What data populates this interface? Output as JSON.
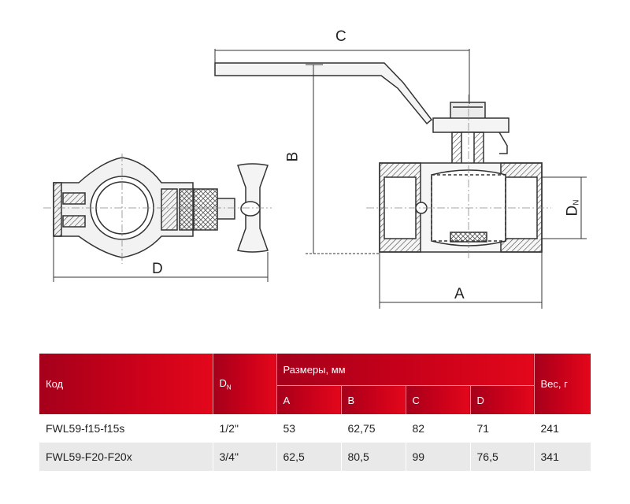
{
  "dimension_labels": {
    "a": "A",
    "b": "B",
    "c": "C",
    "d": "D",
    "dn": "D",
    "dn_sub": "N"
  },
  "table": {
    "headers": {
      "code": "Код",
      "dn": "D",
      "dn_sub": "N",
      "sizes": "Размеры, мм",
      "a": "A",
      "b": "B",
      "c": "C",
      "d": "D",
      "weight": "Вес, г"
    },
    "rows": [
      {
        "code": "FWL59-f15-f15s",
        "dn": "1/2\"",
        "a": "53",
        "b": "62,75",
        "c": "82",
        "d": "71",
        "weight": "241"
      },
      {
        "code": "FWL59-F20-F20x",
        "dn": "3/4\"",
        "a": "62,5",
        "b": "80,5",
        "c": "99",
        "d": "76,5",
        "weight": "341"
      }
    ]
  },
  "colors": {
    "header_start": "#a5001b",
    "header_end": "#e3071b",
    "alt_row": "#e9e9e9",
    "line": "#333333"
  }
}
